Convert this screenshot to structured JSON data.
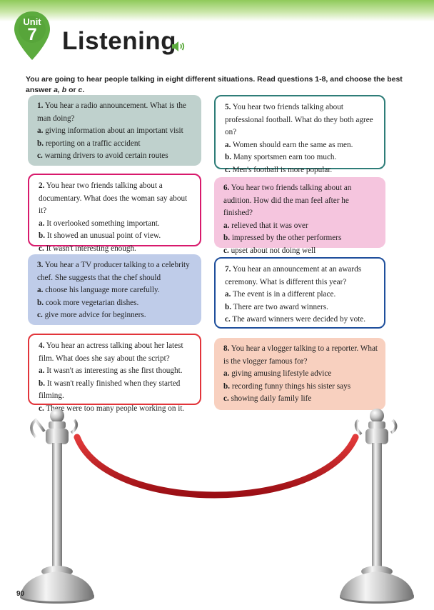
{
  "unit": {
    "label": "Unit",
    "number": "7"
  },
  "title": "Listening",
  "instructions_prefix": "You are going to hear people talking in eight different situations. Read questions 1-8, and choose the best answer ",
  "instructions_italic": "a, b",
  "instructions_or": " or ",
  "instructions_c": "c",
  "instructions_end": ".",
  "questions": [
    {
      "number": "1.",
      "text": "You hear a radio announcement. What is the man doing?",
      "options": [
        {
          "letter": "a.",
          "text": "giving information about an important visit"
        },
        {
          "letter": "b.",
          "text": "reporting on a traffic accident"
        },
        {
          "letter": "c.",
          "text": "warning drivers to avoid certain routes"
        }
      ],
      "color": "#bfd1cd",
      "border": ""
    },
    {
      "number": "2.",
      "text": "You hear two friends talking about a documentary. What does the woman say about it?",
      "options": [
        {
          "letter": "a.",
          "text": "It overlooked something important."
        },
        {
          "letter": "b.",
          "text": "It showed an unusual point of view."
        },
        {
          "letter": "c.",
          "text": "It wasn't interesting enough."
        }
      ],
      "color": "#ffffff",
      "border": "#d8196c"
    },
    {
      "number": "3.",
      "text": "You hear a TV producer talking to a celebrity chef. She suggests that the chef should",
      "options": [
        {
          "letter": "a.",
          "text": "choose his language more carefully."
        },
        {
          "letter": "b.",
          "text": "cook more vegetarian dishes."
        },
        {
          "letter": "c.",
          "text": "give more advice for beginners."
        }
      ],
      "color": "#bfcce9",
      "border": ""
    },
    {
      "number": "4.",
      "text": "You hear an actress talking about her latest film. What does she say about the script?",
      "options": [
        {
          "letter": "a.",
          "text": "It wasn't as interesting as she first thought."
        },
        {
          "letter": "b.",
          "text": "It wasn't really finished when they started filming."
        },
        {
          "letter": "c.",
          "text": "There were too many people working on it."
        }
      ],
      "color": "#ffffff",
      "border": "#e2343a"
    },
    {
      "number": "5.",
      "text": "You hear two friends talking about professional football. What do they both agree on?",
      "options": [
        {
          "letter": "a.",
          "text": "Women should earn the same as men."
        },
        {
          "letter": "b.",
          "text": "Many sportsmen earn too much."
        },
        {
          "letter": "c.",
          "text": "Men's football is more popular."
        }
      ],
      "color": "#ffffff",
      "border": "#2e7d78"
    },
    {
      "number": "6.",
      "text": "You hear two friends talking about an audition. How did the man feel after he finished?",
      "options": [
        {
          "letter": "a.",
          "text": "relieved that it was over"
        },
        {
          "letter": "b.",
          "text": "impressed by the other performers"
        },
        {
          "letter": "c.",
          "text": "upset about not doing well"
        }
      ],
      "color": "#f5c5de",
      "border": ""
    },
    {
      "number": "7.",
      "text": "You hear an announcement at an awards ceremony. What is different this year?",
      "options": [
        {
          "letter": "a.",
          "text": "The event is in a different place."
        },
        {
          "letter": "b.",
          "text": "There are two award winners."
        },
        {
          "letter": "c.",
          "text": "The award winners were decided by vote."
        }
      ],
      "color": "#ffffff",
      "border": "#1f4f9c"
    },
    {
      "number": "8.",
      "text": "You hear a vlogger talking to a reporter. What is the vlogger famous for?",
      "options": [
        {
          "letter": "a.",
          "text": "giving amusing lifestyle advice"
        },
        {
          "letter": "b.",
          "text": "recording funny things his sister says"
        },
        {
          "letter": "c.",
          "text": "showing daily family life"
        }
      ],
      "color": "#f8d0bf",
      "border": ""
    }
  ],
  "page_number": "90",
  "colors": {
    "green_pin": "#5cab3e",
    "rope": "#c2151e",
    "chrome": "#d9d9d9"
  },
  "icons": {
    "speaker": "speaker-icon",
    "pin": "map-pin-icon"
  }
}
